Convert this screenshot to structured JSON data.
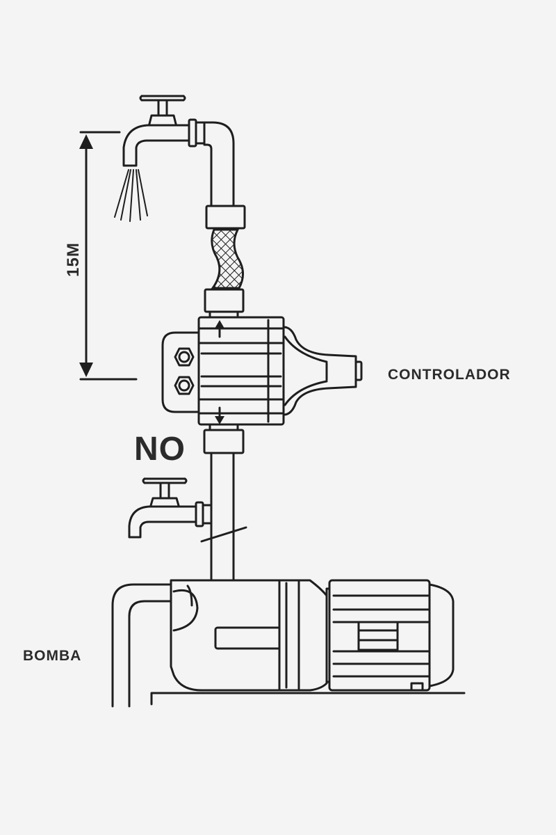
{
  "labels": {
    "controller": "CONTROLADOR",
    "pump": "BOMBA",
    "no": "NO",
    "height": "15M"
  },
  "colors": {
    "background": "#f4f4f4",
    "line": "#1e1e1e",
    "text": "#2b2b2b"
  },
  "icons": {
    "top_faucet": "faucet-icon",
    "side_faucet": "faucet-icon",
    "hose": "braided-hose-icon",
    "controller": "pressure-controller-icon",
    "pump": "water-pump-icon",
    "arrow_up": "arrow-up-icon",
    "arrow_down": "arrow-down-icon"
  }
}
